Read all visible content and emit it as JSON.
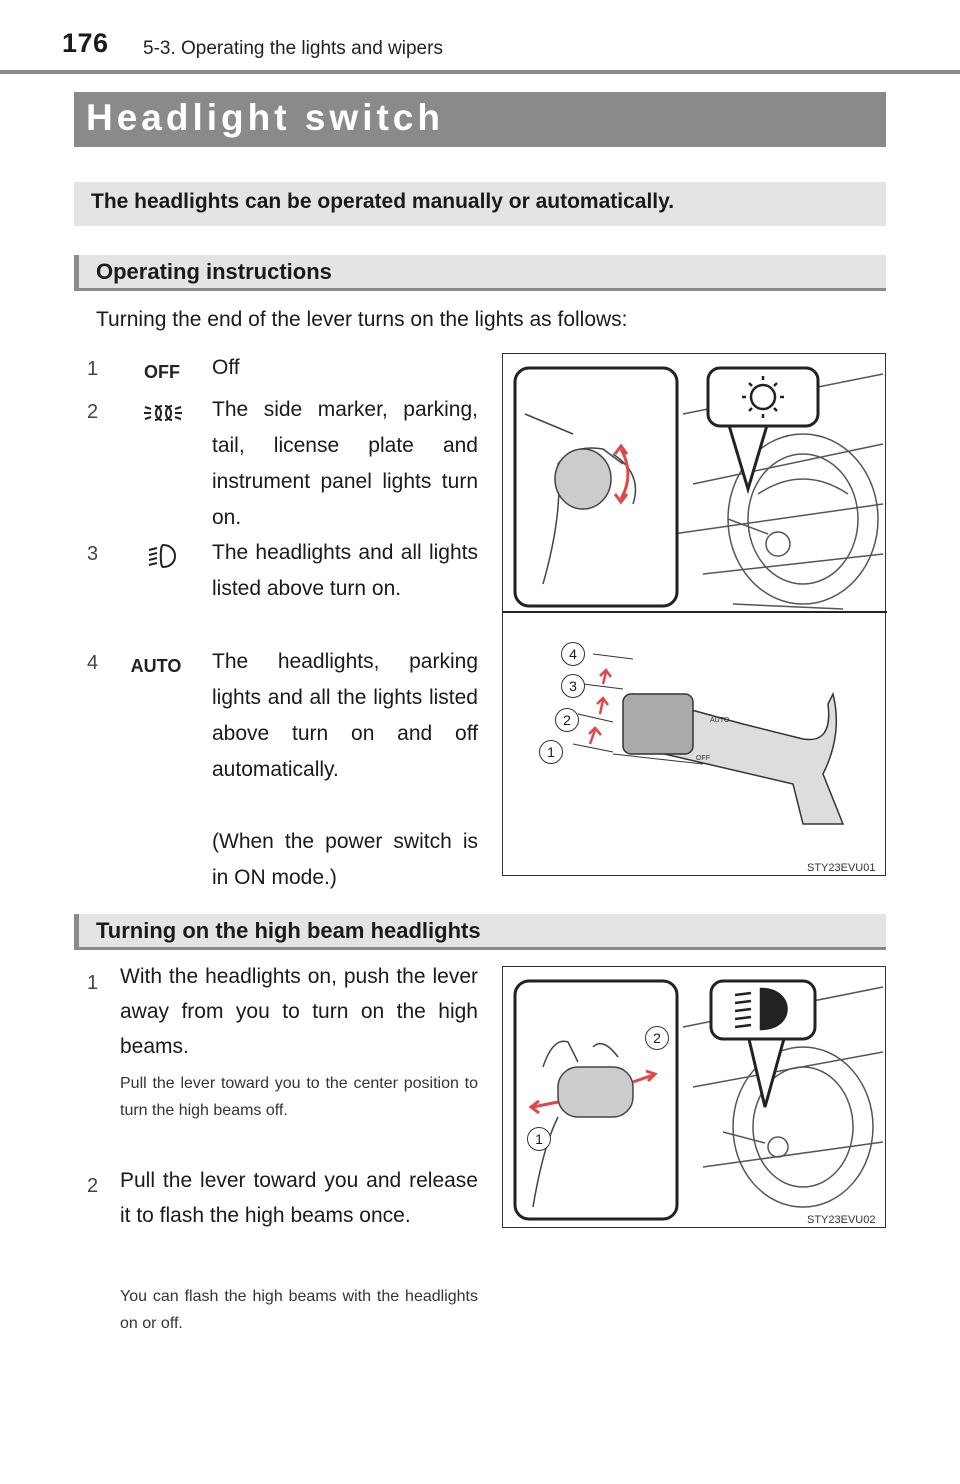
{
  "header": {
    "page_number": "176",
    "section": "5-3. Operating the lights and wipers"
  },
  "title": "Headlight switch",
  "intro": "The headlights can be operated manually or automatically.",
  "operating": {
    "heading": "Operating instructions",
    "lead": "Turning the end of the lever turns on the lights as follows:",
    "items": [
      {
        "num": "1",
        "icon_label": "OFF",
        "icon": "off-label-icon",
        "text": "Off"
      },
      {
        "num": "2",
        "icon_label": "",
        "icon": "side-marker-lights-icon",
        "text": "The side marker, parking, tail, license plate and instrument panel lights turn on."
      },
      {
        "num": "3",
        "icon_label": "",
        "icon": "headlight-icon",
        "text": "The headlights and all lights listed above turn on."
      },
      {
        "num": "4",
        "icon_label": "AUTO",
        "icon": "auto-label-icon",
        "text": "The headlights, parking lights and all the lights listed above turn on and off automatically.",
        "note": "(When the power switch is in ON mode.)"
      }
    ],
    "figure": {
      "code": "STY23EVU01",
      "callouts": [
        "4",
        "3",
        "2",
        "1"
      ],
      "lever_labels": {
        "auto": "AUTO",
        "off": "OFF"
      }
    }
  },
  "high_beam": {
    "heading": "Turning on the high beam headlights",
    "steps": [
      {
        "num": "1",
        "text": "With the headlights on, push the lever away from you to turn on the high beams.",
        "note": "Pull the lever toward you to the center position to turn the high beams off."
      },
      {
        "num": "2",
        "text": "Pull the lever toward you and release it to flash the high beams once.",
        "note": "You can flash the high beams with the headlights on or off."
      }
    ],
    "figure": {
      "code": "STY23EVU02",
      "callouts": [
        "2",
        "1"
      ]
    }
  },
  "colors": {
    "bar_dark": "#8a8a8a",
    "bar_light": "#e4e4e4",
    "arrow_red": "#e04848"
  }
}
